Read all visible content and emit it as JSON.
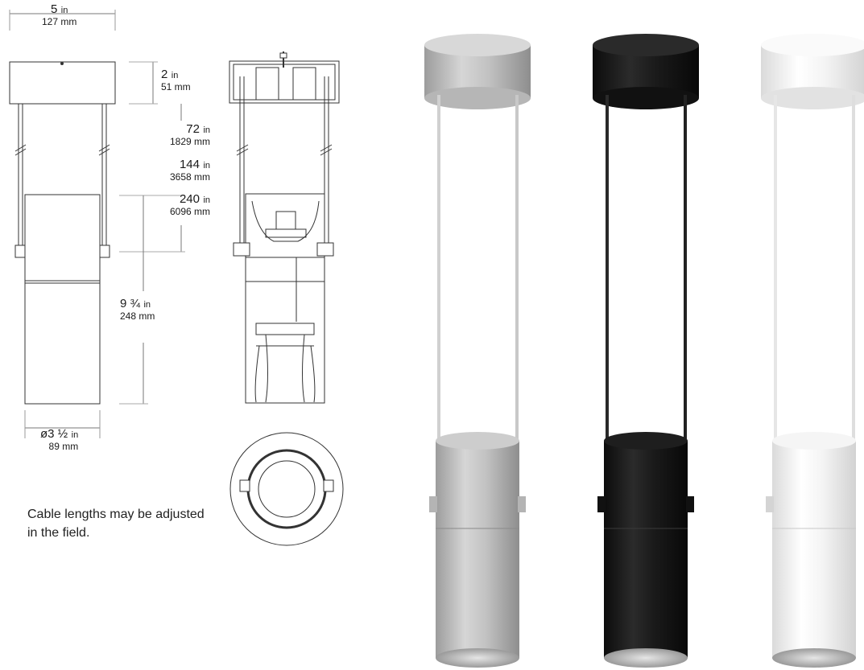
{
  "dimensions": {
    "width": {
      "value": "5",
      "unit": "in",
      "mm": "127 mm"
    },
    "canopy_height": {
      "value": "2",
      "unit": "in",
      "mm": "51 mm"
    },
    "cable_lengths": [
      {
        "value": "72",
        "unit": "in",
        "mm": "1829 mm"
      },
      {
        "value": "144",
        "unit": "in",
        "mm": "3658 mm"
      },
      {
        "value": "240",
        "unit": "in",
        "mm": "6096 mm"
      }
    ],
    "body_height": {
      "value": "9 ¾",
      "unit": "in",
      "mm": "248 mm"
    },
    "diameter": {
      "value": "ø3 ½",
      "unit": "in",
      "mm": "89 mm"
    }
  },
  "note": "Cable lengths may be adjusted in the field.",
  "finishes": [
    {
      "name": "silver",
      "color": "#c4c4c4",
      "cable": "#c8c8c8"
    },
    {
      "name": "black",
      "color": "#1b1b1b",
      "cable": "#2a2a2a"
    },
    {
      "name": "white",
      "color": "#f2f2f2",
      "cable": "#dcdcdc"
    }
  ],
  "colors": {
    "line": "#333333",
    "dim_line": "#555555"
  }
}
